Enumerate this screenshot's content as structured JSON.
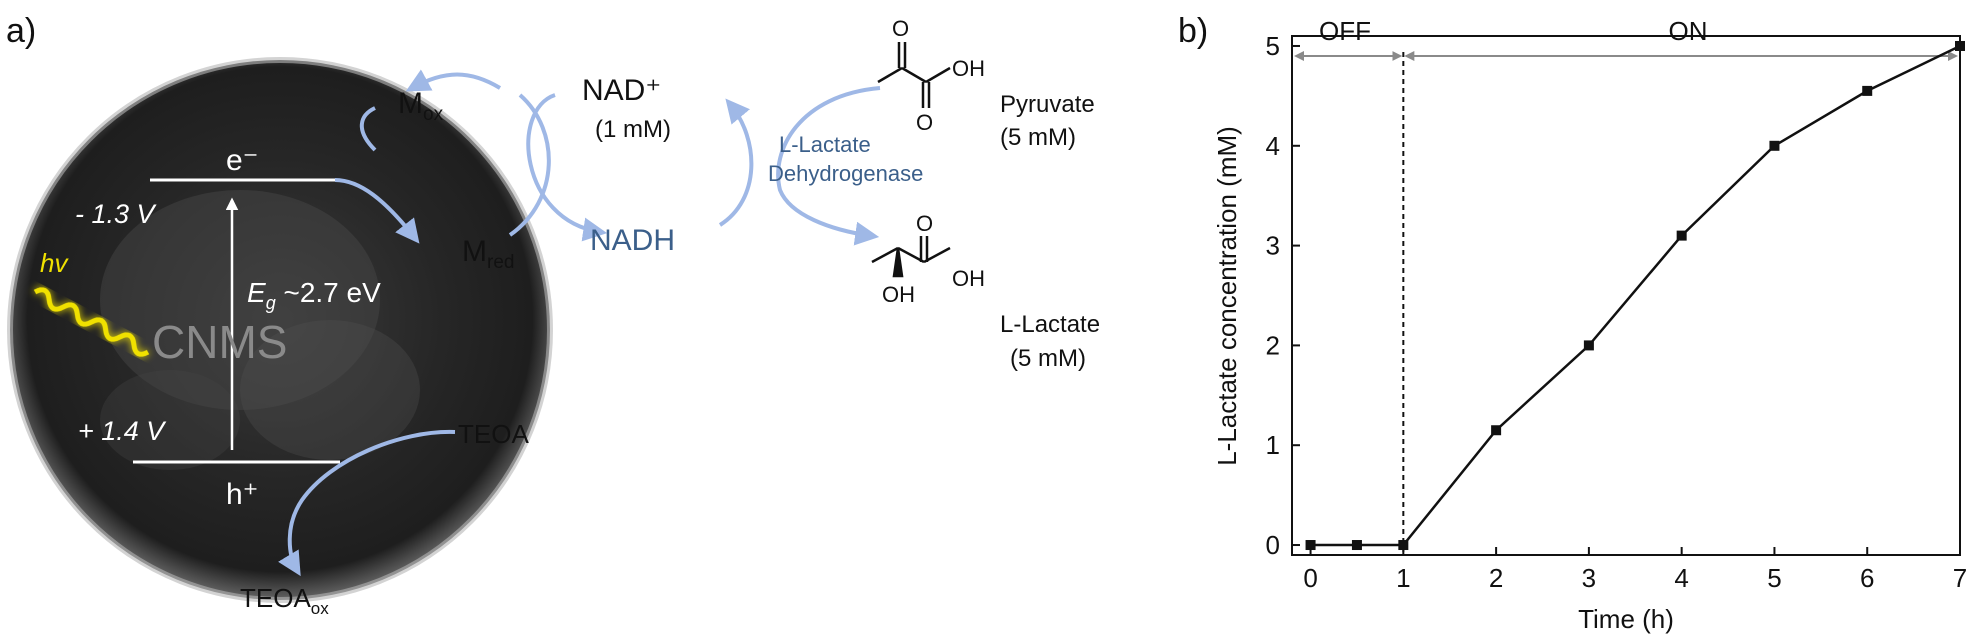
{
  "panel_a": {
    "label": "a)",
    "particle_label": "CNMS",
    "electron": "e⁻",
    "hole": "h⁺",
    "cb_potential": "- 1.3 V",
    "vb_potential": "+ 1.4 V",
    "light": "hv",
    "bandgap": "E",
    "bandgap_sub": "g",
    "bandgap_value": " ~2.7 eV",
    "m_ox": "M",
    "m_ox_sub": "ox",
    "m_red": "M",
    "m_red_sub": "red",
    "nad": "NAD⁺",
    "nad_conc": "(1 mM)",
    "nadh": "NADH",
    "enzyme_line1": "L-Lactate",
    "enzyme_line2": "Dehydrogenase",
    "pyruvate": "Pyruvate",
    "pyruvate_conc": "(5 mM)",
    "lactate": "L-Lactate",
    "lactate_conc": "(5 mM)",
    "atom_o": "O",
    "atom_oh": "OH",
    "teoa": "TEOA",
    "teoa_ox": "TEOA",
    "teoa_ox_sub": "ox",
    "colors": {
      "arrow": "#9fb8e6",
      "blue_text": "#3b5f8a",
      "glow": "#f0e100"
    }
  },
  "panel_b": {
    "label": "b)",
    "off_label": "OFF",
    "on_label": "ON"
  },
  "chart_data": {
    "type": "line",
    "xlabel": "Time (h)",
    "ylabel": "L-Lactate concentration (mM)",
    "xlim": [
      -0.2,
      7
    ],
    "ylim": [
      -0.1,
      5.1
    ],
    "xticks": [
      0,
      1,
      2,
      3,
      4,
      5,
      6,
      7
    ],
    "yticks": [
      0,
      1,
      2,
      3,
      4,
      5
    ],
    "x": [
      0,
      0.5,
      1,
      2,
      3,
      4,
      5,
      6,
      7
    ],
    "y": [
      0,
      0,
      0,
      1.15,
      2.0,
      3.1,
      4.0,
      4.55,
      5.0
    ],
    "light_on_at": 1,
    "grid": false,
    "legend": "none"
  }
}
